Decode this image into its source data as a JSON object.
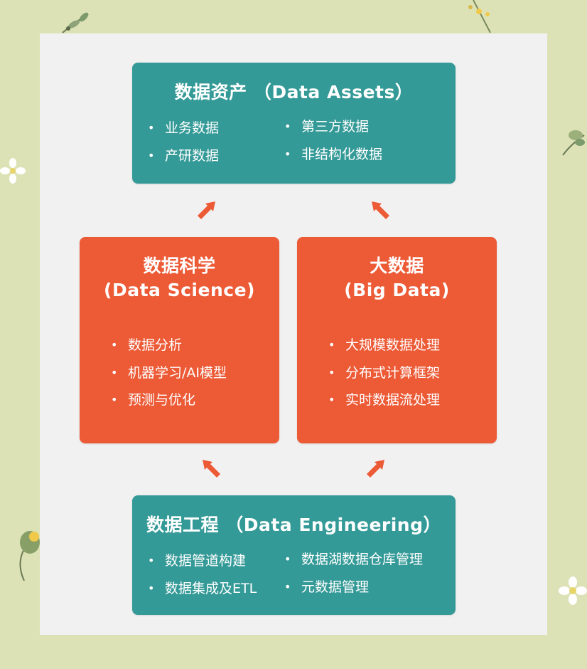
{
  "colors": {
    "background": "#dde2b6",
    "panel": "#f2f1f1",
    "teal": "#349a97",
    "orange": "#ec5a36",
    "text": "#ffffff"
  },
  "data_assets": {
    "title": "数据资产 （Data Assets）",
    "left_items": [
      "业务数据",
      "产研数据"
    ],
    "right_items": [
      "第三方数据",
      "非结构化数据"
    ]
  },
  "data_science": {
    "title_line1": "数据科学",
    "title_line2": "(Data Science)",
    "items": [
      "数据分析",
      "机器学习/AI模型",
      "预测与优化"
    ]
  },
  "big_data": {
    "title_line1": "大数据",
    "title_line2": "(Big Data)",
    "items": [
      "大规模数据处理",
      "分布式计算框架",
      "实时数据流处理"
    ]
  },
  "data_engineering": {
    "title": "数据工程 （Data Engineering）",
    "left_items": [
      "数据管道构建",
      "数据集成及ETL"
    ],
    "right_items": [
      "数据湖数据仓库管理",
      "元数据管理"
    ]
  },
  "arrows": [
    {
      "from": "data_science",
      "to": "data_assets",
      "icon": "arrow-up-right-icon"
    },
    {
      "from": "big_data",
      "to": "data_assets",
      "icon": "arrow-up-left-icon"
    },
    {
      "from": "data_engineering",
      "to": "data_science",
      "icon": "arrow-up-left-icon"
    },
    {
      "from": "data_engineering",
      "to": "big_data",
      "icon": "arrow-up-right-icon"
    }
  ]
}
